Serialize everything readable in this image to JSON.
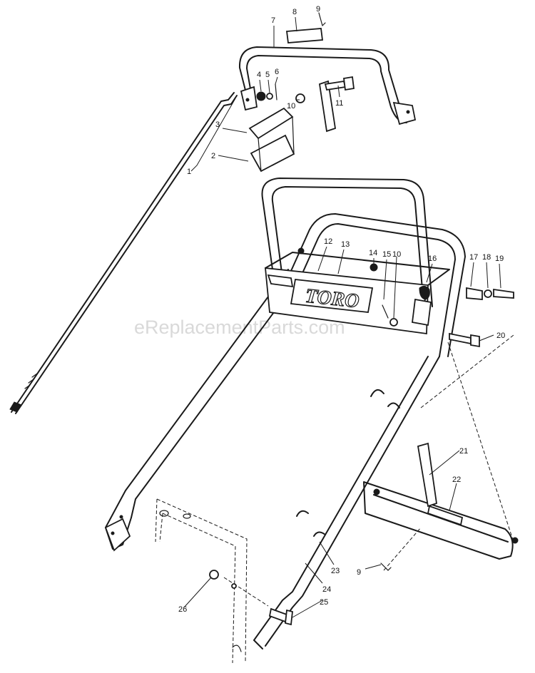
{
  "watermark": "eReplacementParts.com",
  "logo_text": "TORO",
  "labels": [
    "1",
    "2",
    "3",
    "4",
    "5",
    "6",
    "7",
    "8",
    "9",
    "10",
    "10",
    "11",
    "12",
    "13",
    "14",
    "15",
    "16",
    "17",
    "18",
    "19",
    "20",
    "21",
    "22",
    "23",
    "24",
    "25",
    "26",
    "9"
  ]
}
